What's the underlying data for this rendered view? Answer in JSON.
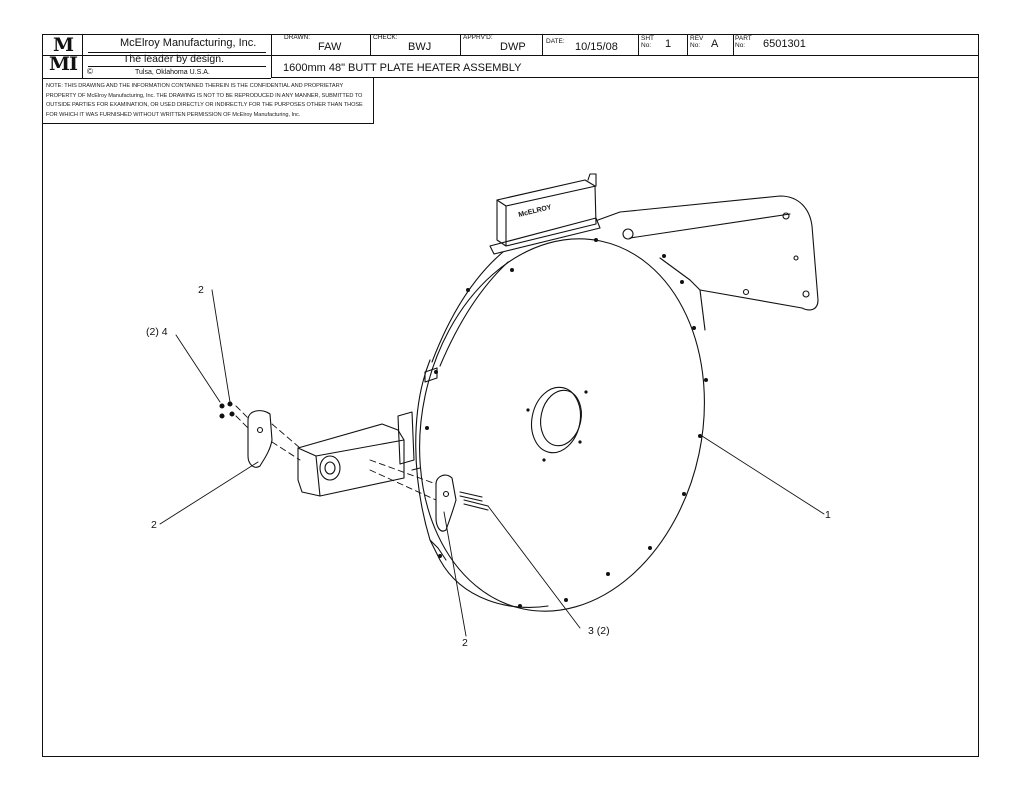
{
  "title_block": {
    "company": "McElroy Manufacturing, Inc.",
    "tagline": "The leader by design.",
    "location": "Tulsa, Oklahoma U.S.A.",
    "logo_text_line1": "M",
    "logo_text_line2": "MI",
    "drawn_label": "DRAWN:",
    "drawn_value": "FAW",
    "check_label": "CHECK:",
    "check_value": "BWJ",
    "apprvd_label": "APPRV'D:",
    "apprvd_value": "DWP",
    "date_label": "DATE:",
    "date_value": "10/15/08",
    "sht_label": "SHT No:",
    "sht_value": "1",
    "rev_label": "REV No:",
    "rev_value": "A",
    "part_label": "PART No:",
    "part_value": "6501301",
    "drawing_title": "1600mm 48\" BUTT PLATE HEATER ASSEMBLY"
  },
  "note": "NOTE: THIS DRAWING AND THE INFORMATION CONTAINED THEREIN IS THE CONFIDENTIAL AND PROPRIETARY PROPERTY OF McElroy Manufacturing, Inc. THE DRAWING IS NOT TO BE REPRODUCED IN ANY MANNER, SUBMITTED TO OUTSIDE PARTIES FOR EXAMINATION, OR USED DIRECTLY OR INDIRECTLY FOR THE PURPOSES OTHER THAN THOSE FOR WHICH IT WAS FURNISHED WITHOUT WRITTEN PERMISSION OF McElroy Manufacturing, Inc.",
  "drawing": {
    "handle_brand": "McELROY",
    "callouts": {
      "c1": "1",
      "c2_top": "2",
      "c4": "(2) 4",
      "c2_left": "2",
      "c2_bottom": "2",
      "c3": "3 (2)"
    }
  },
  "colors": {
    "line": "#111111",
    "background": "#ffffff"
  }
}
